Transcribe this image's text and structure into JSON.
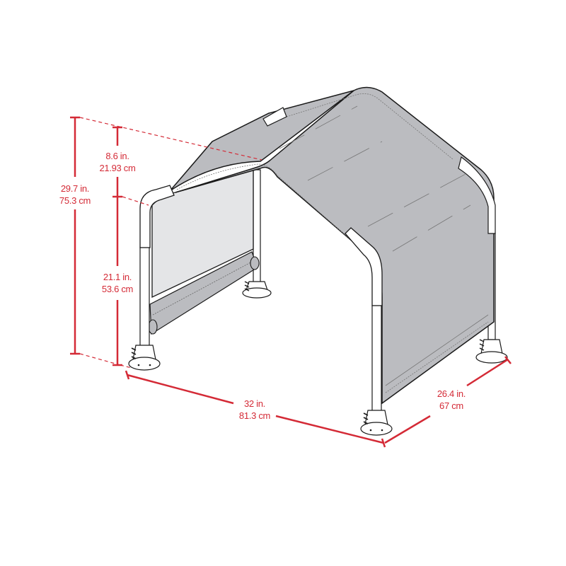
{
  "diagram": {
    "subject": "canopy shelter",
    "colors": {
      "dimension": "#d42a36",
      "fabric_roof": "#bbbcc0",
      "fabric_side": "#e4e5e7",
      "frame": "#ffffff",
      "outline": "#1a1a1a"
    },
    "dimensions": {
      "total_height": {
        "imperial": "29.7 in.",
        "metric": "75.3 cm"
      },
      "roof_peak_height": {
        "imperial": "8.6 in.",
        "metric": "21.93 cm"
      },
      "side_wall_height": {
        "imperial": "21.1 in.",
        "metric": "53.6 cm"
      },
      "width": {
        "imperial": "32 in.",
        "metric": "81.3 cm"
      },
      "depth": {
        "imperial": "26.4 in.",
        "metric": "67 cm"
      }
    }
  }
}
